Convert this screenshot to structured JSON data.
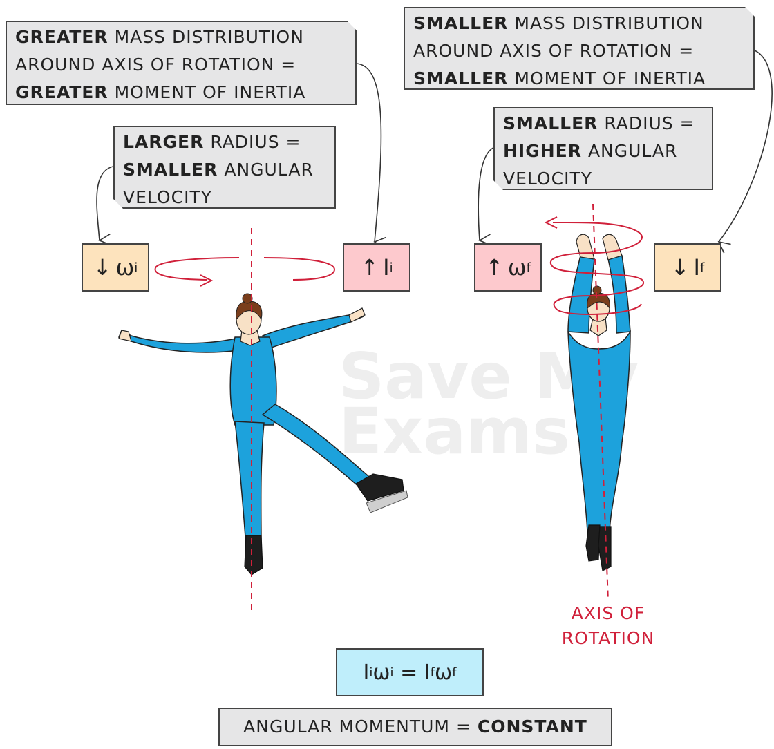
{
  "notes": {
    "greater_mass": {
      "line1_bold": "GREATER",
      "line1_rest": " MASS DISTRIBUTION",
      "line2": "AROUND AXIS OF ROTATION =",
      "line3_bold": "GREATER",
      "line3_rest": " MOMENT OF INERTIA"
    },
    "smaller_mass": {
      "line1_bold": "SMALLER",
      "line1_rest": " MASS DISTRIBUTION",
      "line2": "AROUND AXIS OF ROTATION =",
      "line3_bold": "SMALLER",
      "line3_rest": " MOMENT OF INERTIA"
    },
    "larger_radius": {
      "line1_bold": "LARGER",
      "line1_rest": " RADIUS =",
      "line2_bold": "SMALLER",
      "line2_rest": " ANGULAR",
      "line3": "VELOCITY"
    },
    "smaller_radius": {
      "line1_bold": "SMALLER",
      "line1_rest": " RADIUS =",
      "line2_bold": "HIGHER",
      "line2_rest": " ANGULAR",
      "line3": "VELOCITY"
    }
  },
  "quantities": {
    "omega_i": {
      "arrow": "↓",
      "symbol": "ω",
      "sub": "i"
    },
    "I_i": {
      "arrow": "↑",
      "symbol": "I",
      "sub": "i"
    },
    "omega_f": {
      "arrow": "↑",
      "symbol": "ω",
      "sub": "f"
    },
    "I_f": {
      "arrow": "↓",
      "symbol": "I",
      "sub": "f"
    }
  },
  "axis_label": {
    "line1": "AXIS OF",
    "line2": "ROTATION"
  },
  "equation": {
    "I1": "I",
    "s1": "i",
    "w1": "ω",
    "s2": "i",
    "eq": " = ",
    "I2": "I",
    "s3": "f",
    "w2": "ω",
    "s4": "f"
  },
  "conclusion": {
    "rest": "ANGULAR MOMENTUM = ",
    "bold": "CONSTANT"
  },
  "watermark": {
    "line1": "Save My",
    "line2": "Exams"
  },
  "colors": {
    "note_bg": "#e6e6e7",
    "orange": "#fde3bd",
    "pink": "#fdc9cd",
    "blue_box": "#bfeefb",
    "axis_red": "#d0203a",
    "suit_blue": "#1da2dc",
    "skin": "#f8e1c6",
    "hair": "#7a3e1c",
    "boot": "#1e1e1e"
  }
}
